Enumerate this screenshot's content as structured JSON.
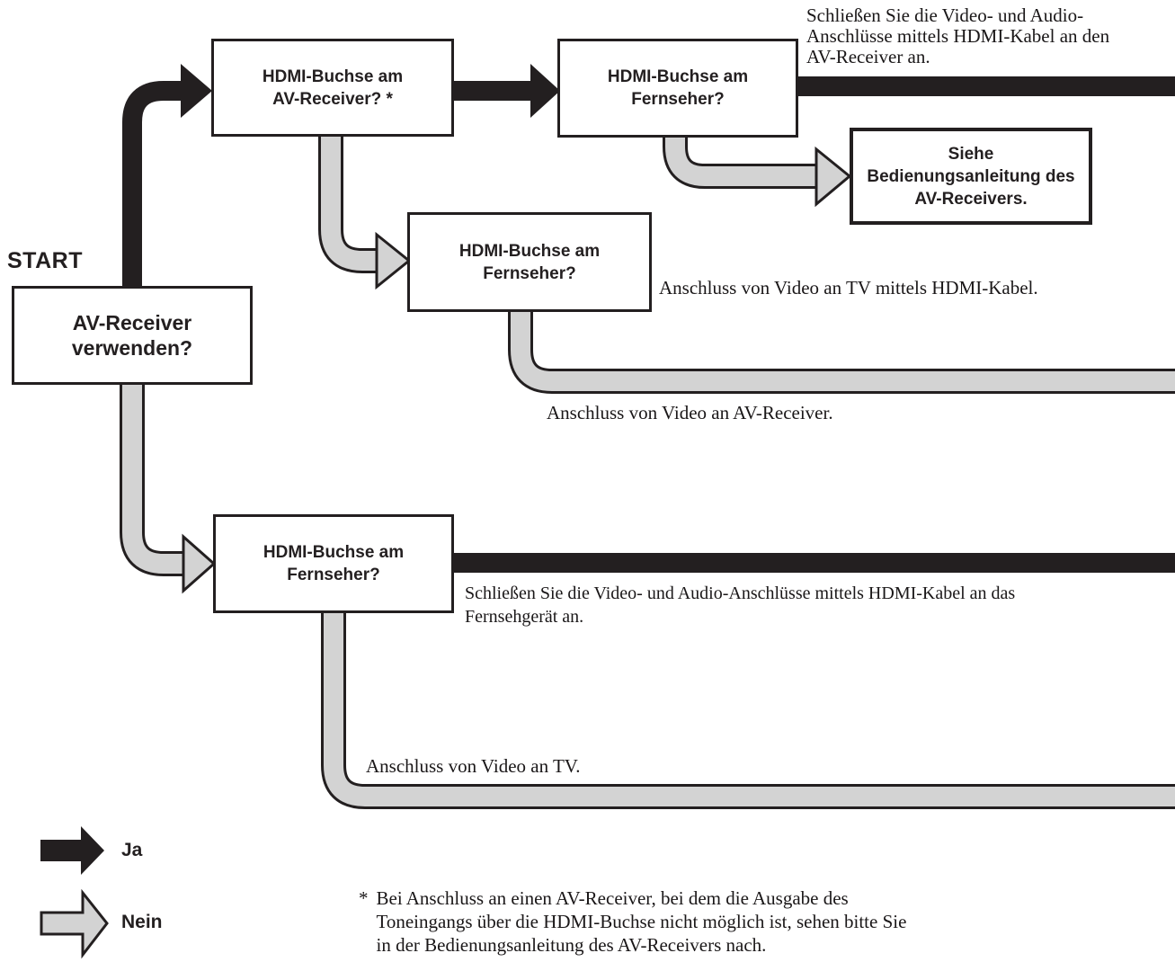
{
  "colors": {
    "black": "#231f20",
    "gray": "#d3d3d3"
  },
  "start_label": "START",
  "boxes": {
    "av_hdmi": {
      "line1": "HDMI-Buchse am",
      "line2": "AV-Receiver? *"
    },
    "tv_top": {
      "line1": "HDMI-Buchse am",
      "line2": "Fernseher?"
    },
    "siehe": {
      "line1": "Siehe",
      "line2": "Bedienungsanleitung des",
      "line3": "AV-Receivers."
    },
    "tv_mid": {
      "line1": "HDMI-Buchse am",
      "line2": "Fernseher?"
    },
    "av_verwenden": {
      "line1": "AV-Receiver verwenden?"
    },
    "tv_bottom": {
      "line1": "HDMI-Buchse am",
      "line2": "Fernseher?"
    }
  },
  "annotations": {
    "connect_av": {
      "lines": [
        "Schließen Sie die Video- und Audio-",
        "Anschlüsse mittels HDMI-Kabel an den",
        "AV-Receiver an."
      ]
    },
    "video_tv_hdmi": {
      "text": "Anschluss von Video an TV mittels HDMI-Kabel."
    },
    "video_av": {
      "text": "Anschluss von Video an AV-Receiver."
    },
    "connect_tv": {
      "lines": [
        "Schließen Sie die Video- und Audio-Anschlüsse mittels HDMI-Kabel an das",
        "Fernsehgerät an."
      ]
    },
    "video_tv": {
      "text": "Anschluss von Video an TV."
    },
    "footnote": {
      "marker": "*",
      "lines": [
        "Bei Anschluss an einen AV-Receiver, bei dem die Ausgabe des",
        "Toneingangs über die HDMI-Buchse nicht möglich ist, sehen bitte Sie",
        "in der Bedienungsanleitung des AV-Receivers nach."
      ]
    }
  },
  "legend": {
    "yes": "Ja",
    "no": "Nein"
  }
}
